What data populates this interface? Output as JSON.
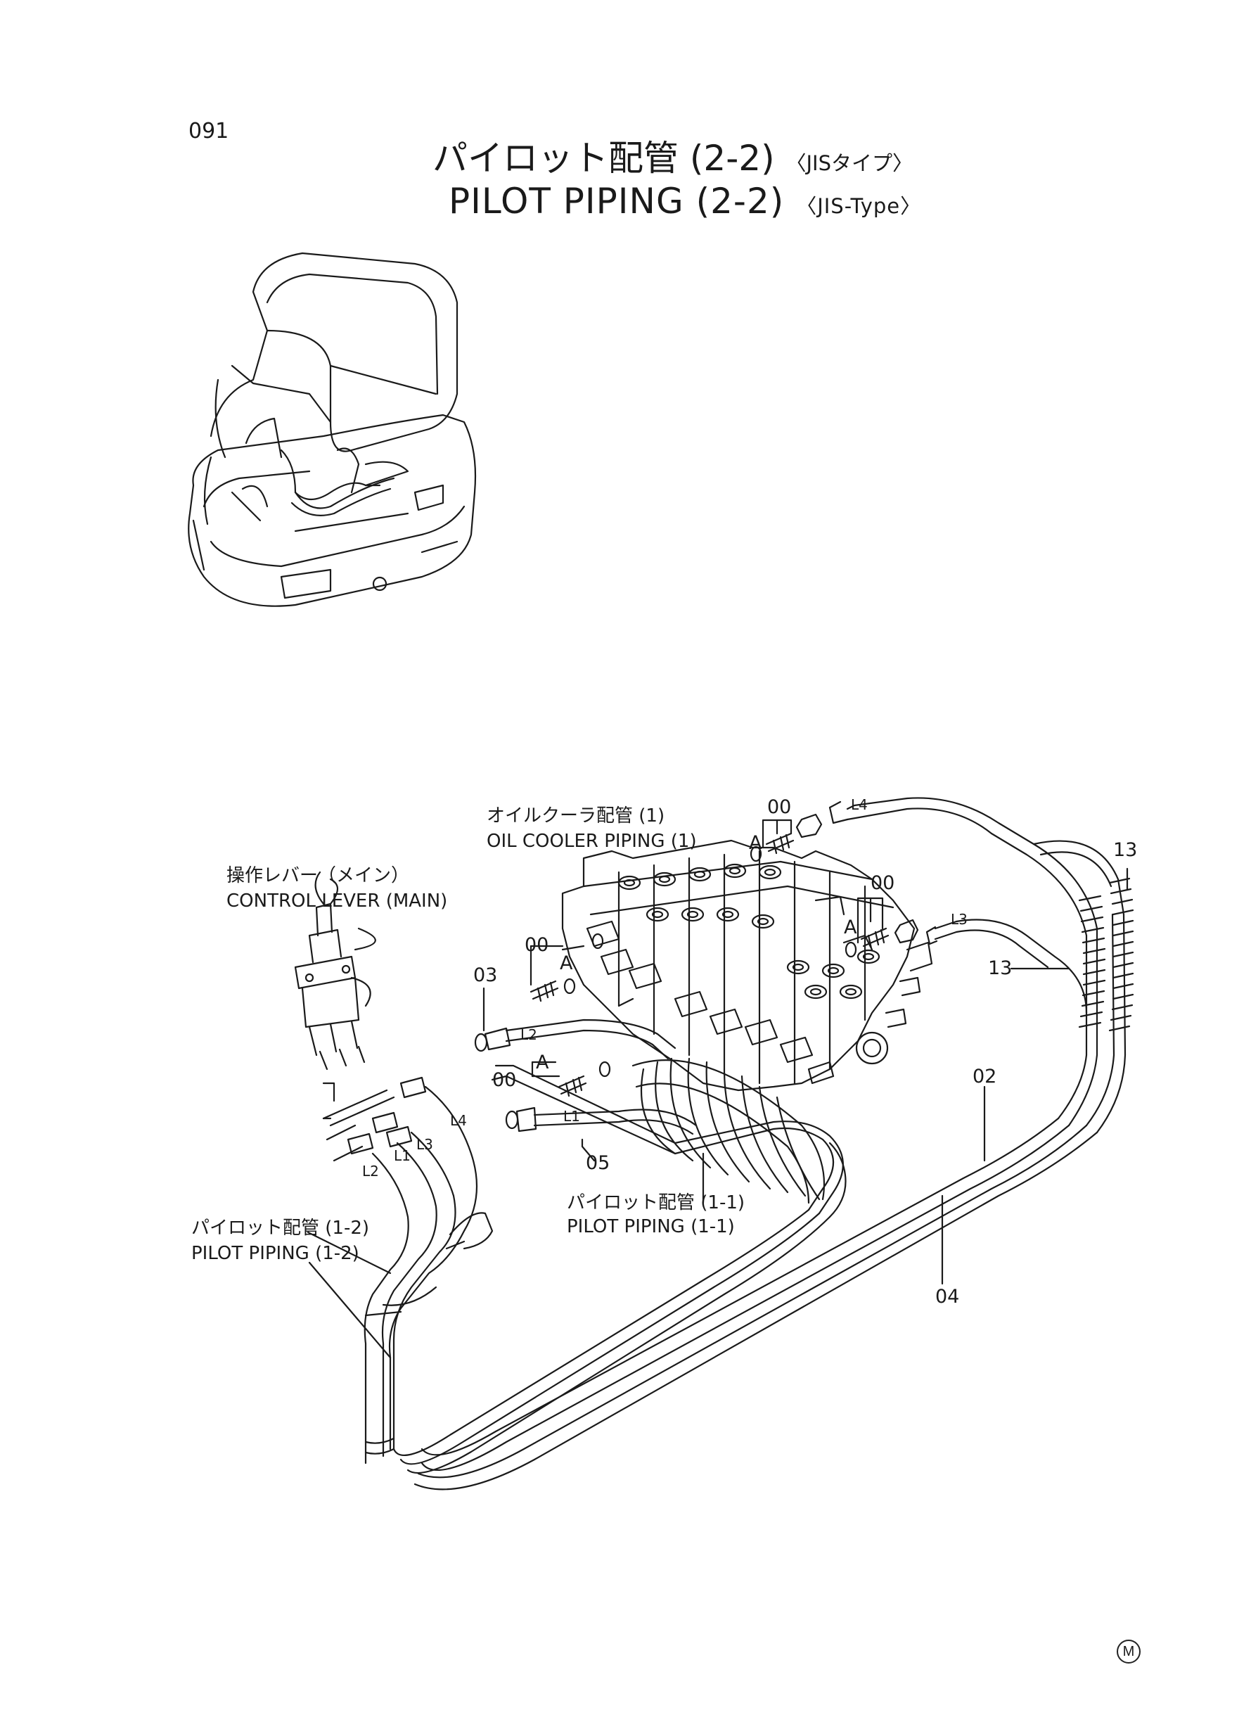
{
  "page": {
    "number": "091",
    "title_jp": "パイロット配管 (2-2)",
    "title_jp_sub": "〈JISタイプ〉",
    "title_en": "PILOT PIPING (2-2)",
    "title_en_sub": "〈JIS-Type〉"
  },
  "labels": {
    "oil_cooler_jp": "オイルクーラ配管 (1)",
    "oil_cooler_en": "OIL COOLER PIPING (1)",
    "control_lever_jp": "操作レバー（メイン）",
    "control_lever_en": "CONTROL LEVER (MAIN)",
    "pilot_11_jp": "パイロット配管 (1-1)",
    "pilot_11_en": "PILOT PIPING (1-1)",
    "pilot_12_jp": "パイロット配管 (1-2)",
    "pilot_12_en": "PILOT PIPING (1-2)"
  },
  "callouts": {
    "c00_a": "00",
    "c00_b": "00",
    "c00_c": "00",
    "c00_d": "00",
    "cA_a": "A",
    "cA_b": "A",
    "cA_c": "A",
    "cA_d": "A",
    "c03": "03",
    "c05": "05",
    "c02": "02",
    "c04": "04",
    "c13_a": "13",
    "c13_b": "13"
  },
  "line_tags": {
    "L4_top": "L4",
    "L3_top": "L3",
    "L2_valve": "L2",
    "L1_valve": "L1",
    "L4_lever": "L4",
    "L3_lever": "L3",
    "L1_lever": "L1",
    "L2_lever": "L2"
  },
  "footer_mark": "M"
}
